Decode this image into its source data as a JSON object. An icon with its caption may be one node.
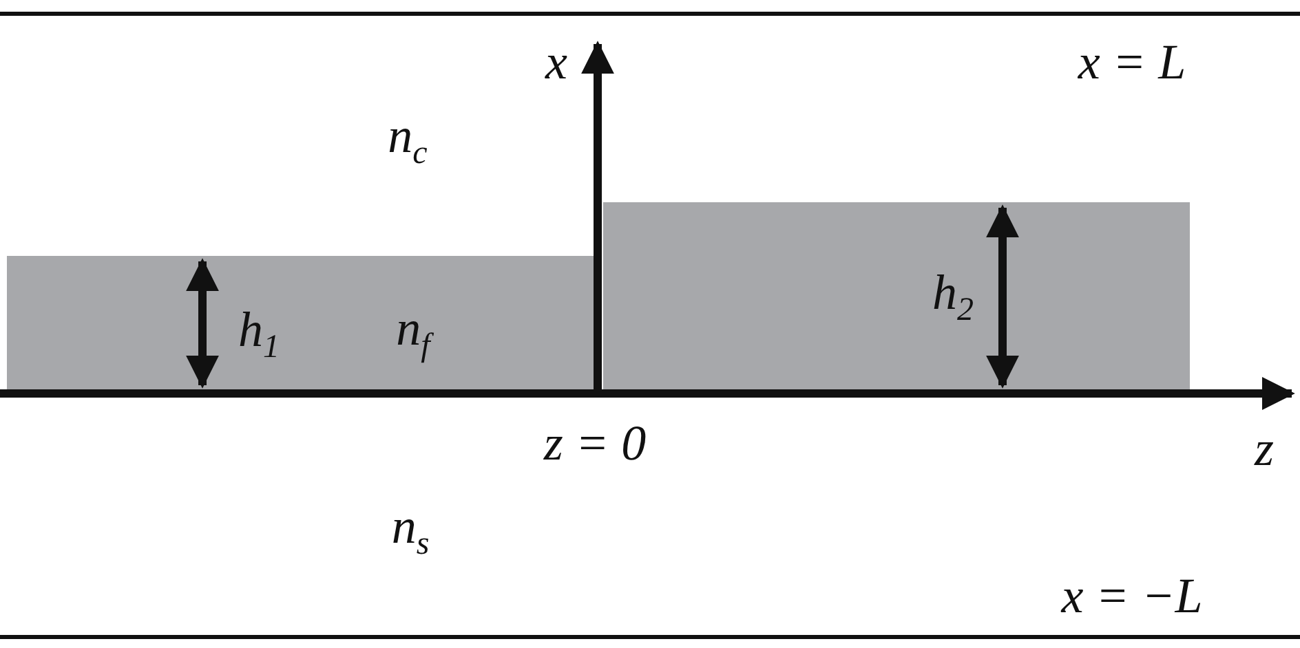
{
  "diagram": {
    "labels": [
      "x",
      "x = L",
      "n$_{c}$",
      "h$_{1}$",
      "n$_{f}$",
      "h$_{2}$",
      "z = 0",
      "z",
      "n$_{s}$",
      "x = −L"
    ]
  }
}
